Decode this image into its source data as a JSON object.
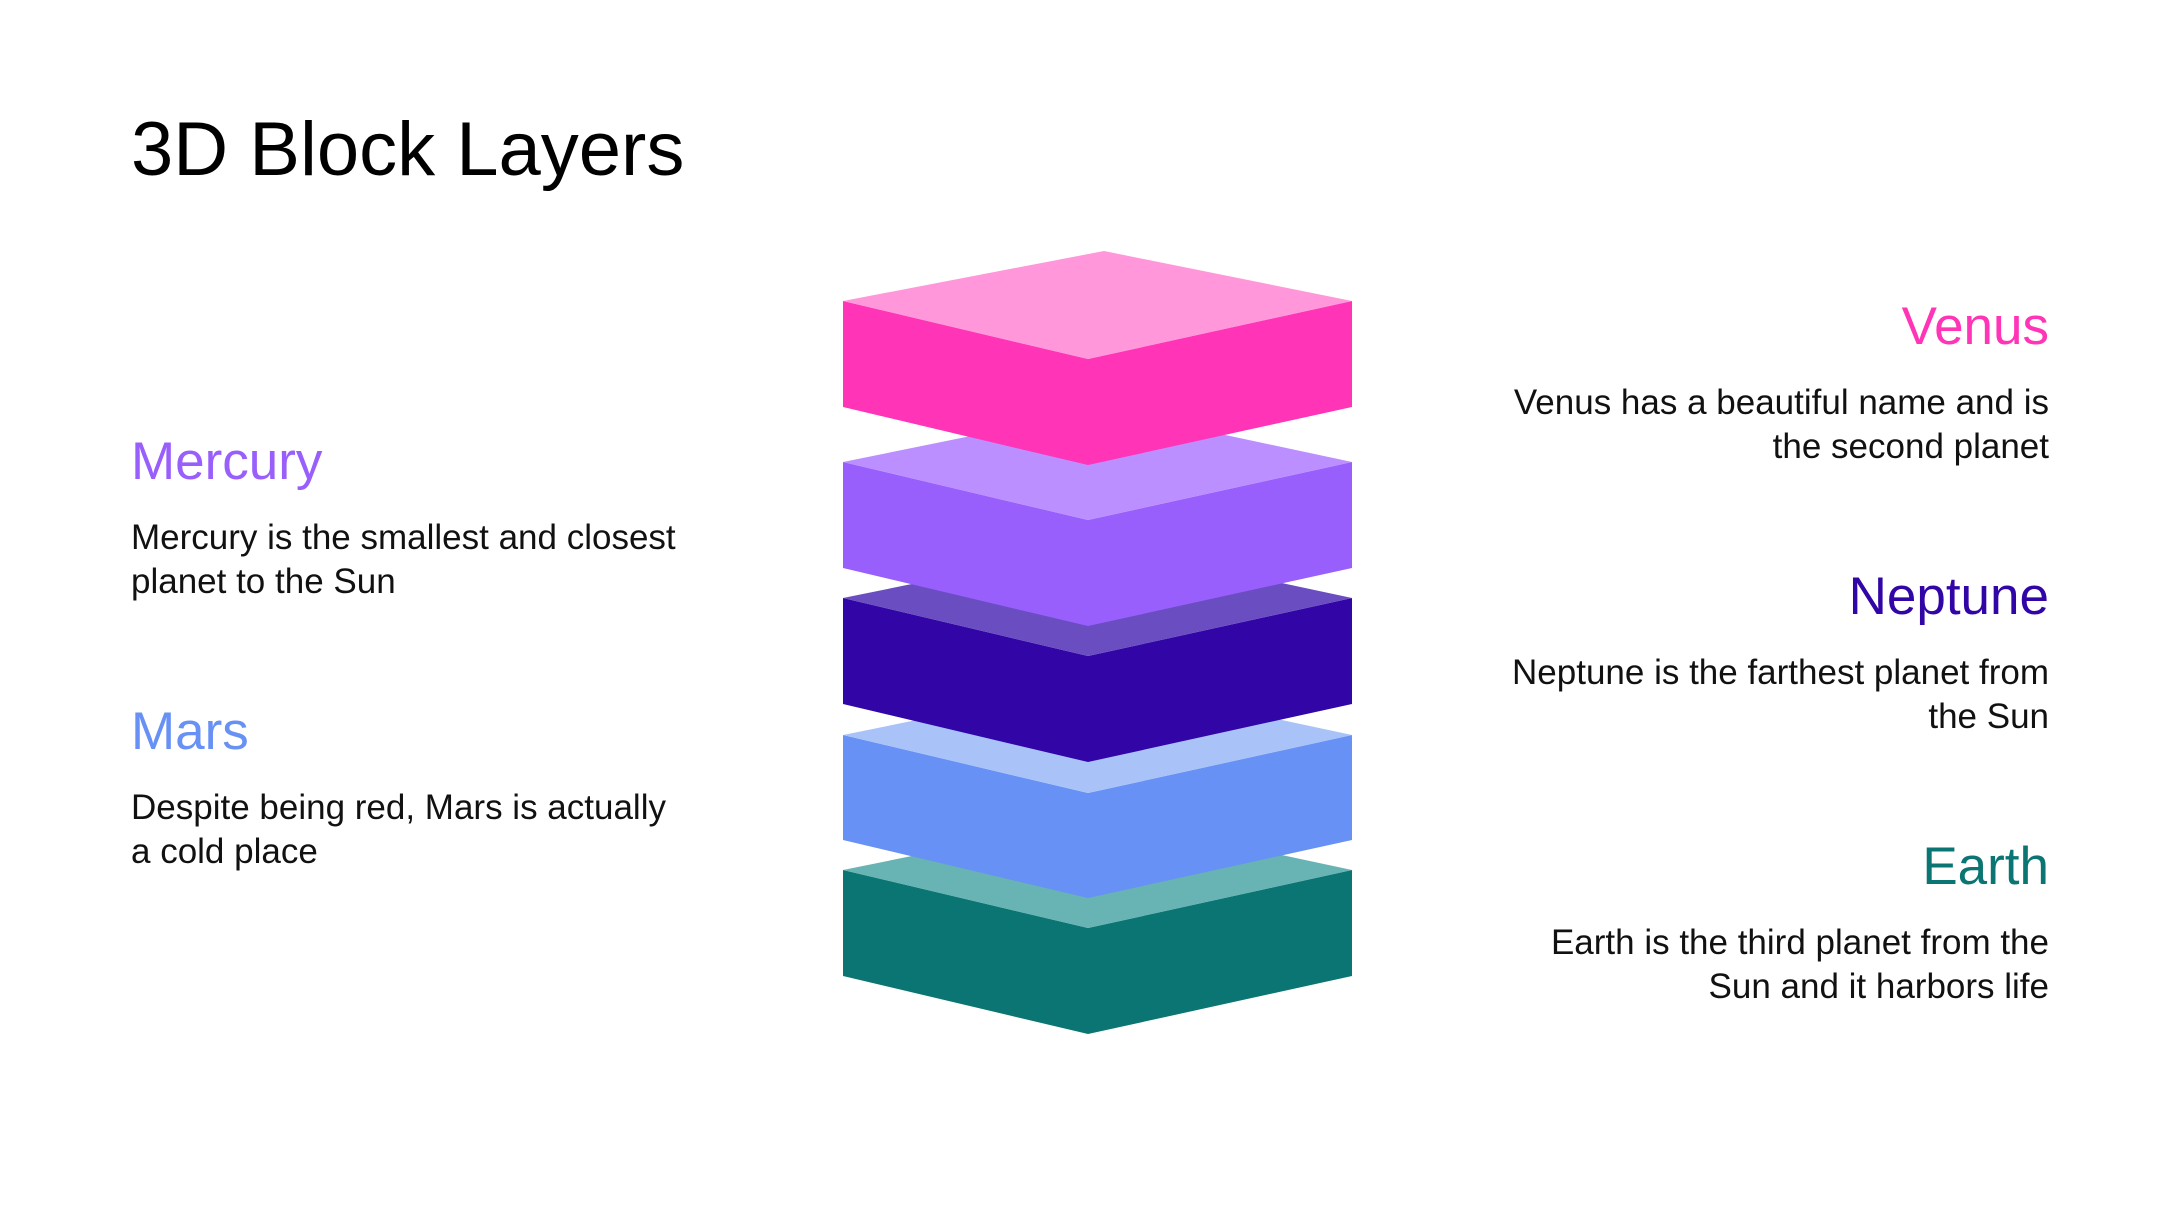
{
  "title": "3D Block Layers",
  "items": {
    "mercury": {
      "name": "Mercury",
      "description": "Mercury is the smallest and closest planet to the Sun",
      "color": "#995FFC"
    },
    "mars": {
      "name": "Mars",
      "description": "Despite being red, Mars is actually a cold place",
      "color": "#6791F4"
    },
    "venus": {
      "name": "Venus",
      "description": "Venus has a beautiful name and is the second planet",
      "color": "#FF34B6"
    },
    "neptune": {
      "name": "Neptune",
      "description": "Neptune is the farthest planet from the Sun",
      "color": "#3206A6"
    },
    "earth": {
      "name": "Earth",
      "description": "Earth is the third planet from the Sun and it harbors life",
      "color": "#0A7572"
    }
  },
  "layers": [
    {
      "name": "venus",
      "top_color": "#FF97DA",
      "front_color": "#FF34B6"
    },
    {
      "name": "mercury",
      "top_color": "#BB8FFF",
      "front_color": "#995FFC"
    },
    {
      "name": "neptune",
      "top_color": "#6A4EC1",
      "front_color": "#3206A6"
    },
    {
      "name": "mars",
      "top_color": "#A9C3F8",
      "front_color": "#6791F4"
    },
    {
      "name": "earth",
      "top_color": "#68B3B3",
      "front_color": "#0A7572"
    }
  ]
}
